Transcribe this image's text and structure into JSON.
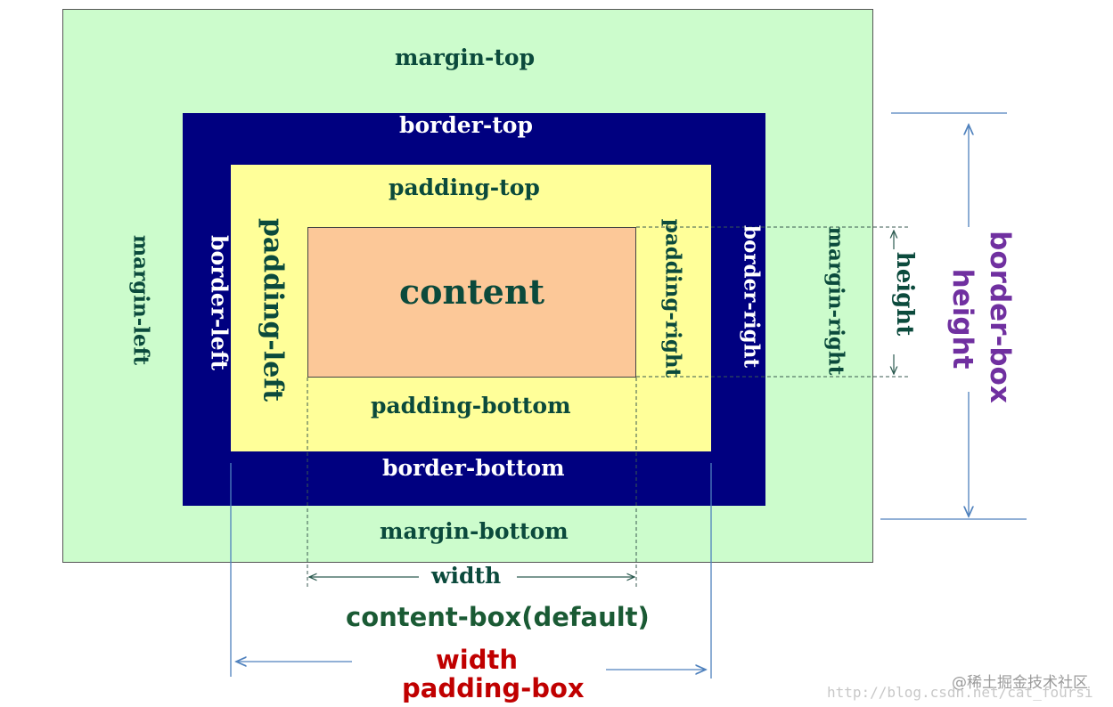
{
  "labels": {
    "margin_top": "margin-top",
    "border_top": "border-top",
    "padding_top": "padding-top",
    "content": "content",
    "margin_left": "margin-left",
    "border_left": "border-left",
    "padding_left": "padding-left",
    "padding_right": "padding-right",
    "border_right": "border-right",
    "margin_right": "margin-right",
    "height": "height",
    "padding_bottom": "padding-bottom",
    "border_bottom": "border-bottom",
    "margin_bottom": "margin-bottom",
    "width": "width"
  },
  "annotations": {
    "content_box": "content-box(default)",
    "width_red": "width",
    "padding_box": "padding-box",
    "border_box": "border-box",
    "height_purple": "height"
  },
  "watermark": {
    "handle": "@稀土掘金技术社区",
    "url": "http://blog.csdn.net/cat_foursi"
  },
  "colors": {
    "margin": "#ccfccc",
    "border": "#000080",
    "padding": "#ffff99",
    "content": "#fcc898",
    "label_green": "#0b4a3c",
    "annotation_green": "#1a5a34",
    "annotation_red": "#c00000",
    "annotation_purple": "#7030a0",
    "guide_blue": "#4f81bd"
  }
}
